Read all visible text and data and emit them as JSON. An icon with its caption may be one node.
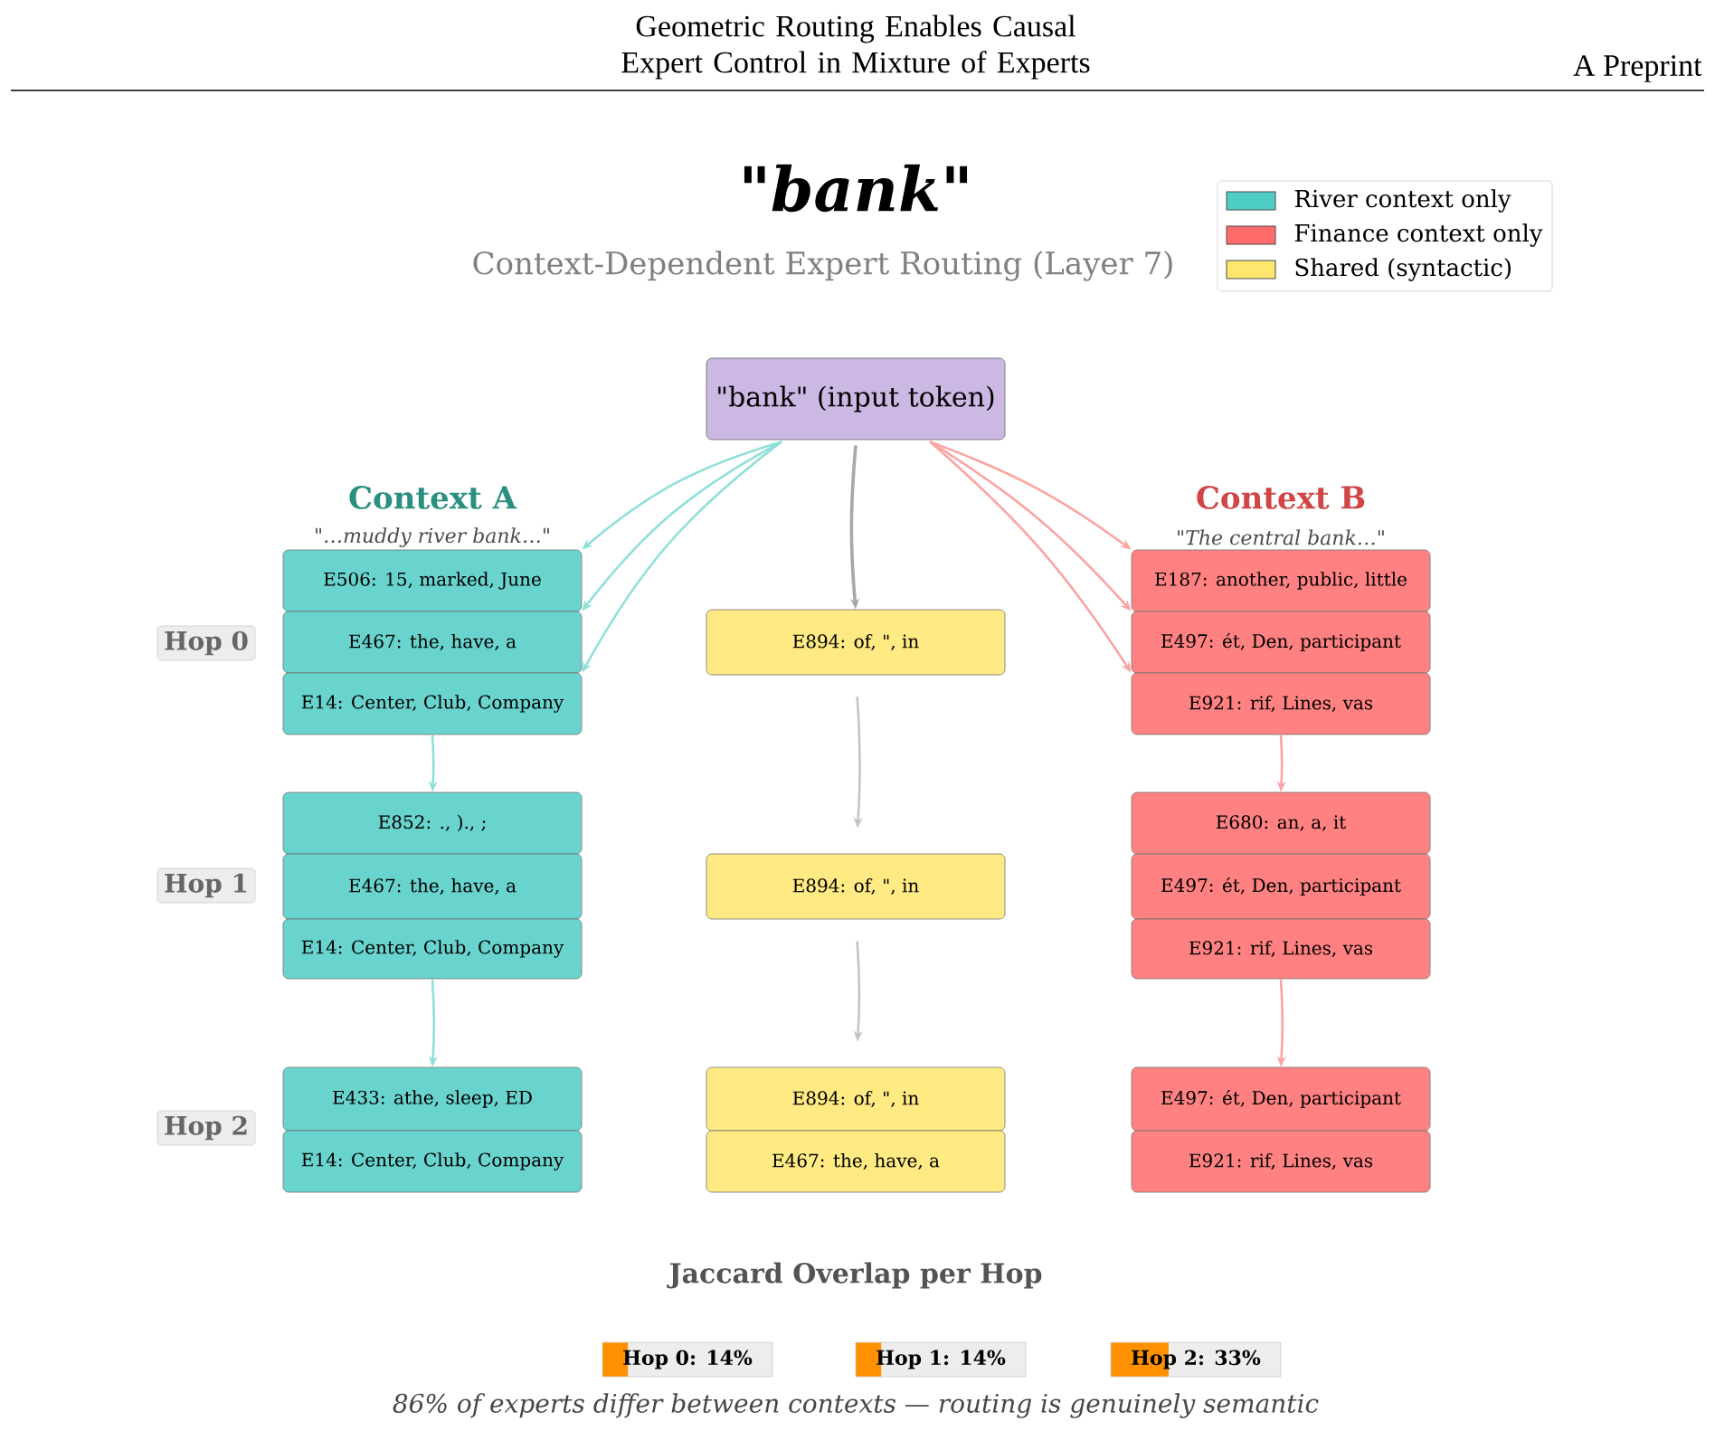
{
  "diagram": {
    "title": "\"*bank*\"",
    "caption": "86% of experts differ between contexts — routing is genuinely semantic",
    "nodes": [
      {
        "text": [
          "\"bank\" (input token)"
        ]
      },
      {
        "text": [
          "Hop 0"
        ]
      },
      {
        "text": [
          "E506: 15, marked, June"
        ]
      },
      {
        "text": [
          "E467: the, have, a"
        ]
      },
      {
        "text": [
          "E14: Center, Club, Company"
        ]
      },
      {
        "text": [
          "E894: of, \", in"
        ]
      },
      {
        "text": [
          "E187: another, public, little"
        ]
      },
      {
        "text": [
          "E497: ét, Den, participant"
        ]
      },
      {
        "text": [
          "E921: rif, Lines, vas"
        ]
      },
      {
        "text": [
          "Hop 1"
        ]
      },
      {
        "text": [
          "E852: ., )., ;"
        ]
      },
      {
        "text": [
          "E467: the, have, a"
        ]
      },
      {
        "text": [
          "E14: Center, Club, Company"
        ]
      },
      {
        "text": [
          "E894: of, \", in"
        ]
      },
      {
        "text": [
          "E680: an, a, it"
        ]
      },
      {
        "text": [
          "E497: ét, Den, participant"
        ]
      },
      {
        "text": [
          "E921: rif, Lines, vas"
        ]
      },
      {
        "text": [
          "Hop 2"
        ]
      },
      {
        "text": [
          "E433: athe, sleep, ED"
        ]
      },
      {
        "text": [
          "E14: Center, Club, Company"
        ]
      },
      {
        "text": [
          "E894: of, \", in"
        ]
      },
      {
        "text": [
          "E467: the, have, a"
        ]
      },
      {
        "text": [
          "E497: ét, Den, participant"
        ]
      },
      {
        "text": [
          "E921: rif, Lines, vas"
        ]
      },
      {
        "text": [
          "Hop 0: 14%"
        ]
      },
      {
        "text": [
          "Hop 1: 14%"
        ]
      },
      {
        "text": [
          "Hop 2: 33%"
        ]
      }
    ],
    "edges": [
      {
        "from": 0,
        "to": 2,
        "arrow": "to",
        "color": "#8fe0d9"
      },
      {
        "from": 0,
        "to": 3,
        "arrow": "to",
        "color": "#8fe0d9"
      },
      {
        "from": 0,
        "to": 4,
        "arrow": "to",
        "color": "#8fe0d9"
      },
      {
        "from": 0,
        "to": 5,
        "arrow": "to",
        "color": "#a8a8a8"
      },
      {
        "from": 0,
        "to": 6,
        "arrow": "to",
        "color": "#fca3a3"
      },
      {
        "from": 0,
        "to": 7,
        "arrow": "to",
        "color": "#fca3a3"
      },
      {
        "from": 0,
        "to": 8,
        "arrow": "to",
        "color": "#fca3a3"
      },
      {
        "from": 4,
        "to": 10,
        "arrow": "to",
        "color": "#8fe0d9"
      },
      {
        "from": 5,
        "to": 13,
        "arrow": "to",
        "color": "#c4c4c4"
      },
      {
        "from": 8,
        "to": 14,
        "arrow": "to",
        "color": "#fca3a3"
      },
      {
        "from": 12,
        "to": 18,
        "arrow": "to",
        "color": "#8fe0d9"
      },
      {
        "from": 13,
        "to": 20,
        "arrow": "to",
        "color": "#c4c4c4"
      },
      {
        "from": 16,
        "to": 22,
        "arrow": "to",
        "color": "#fca3a3"
      }
    ],
    "labels": [
      "Geometric Routing Enables Causal Expert Control in Mixture of Experts",
      "A Preprint",
      "Context-Dependent Expert Routing (Layer 7)",
      "Context A",
      "\"…muddy river bank…\"",
      "Context B",
      "\"The central bank…\"",
      "Jaccard Overlap per Hop"
    ],
    "legend": [
      {
        "text": "River context only",
        "color": "#4ecdc4"
      },
      {
        "text": "Finance context only",
        "color": "#ff6b6b"
      },
      {
        "text": "Shared (syntactic)",
        "color": "#ffe66d"
      }
    ]
  }
}
